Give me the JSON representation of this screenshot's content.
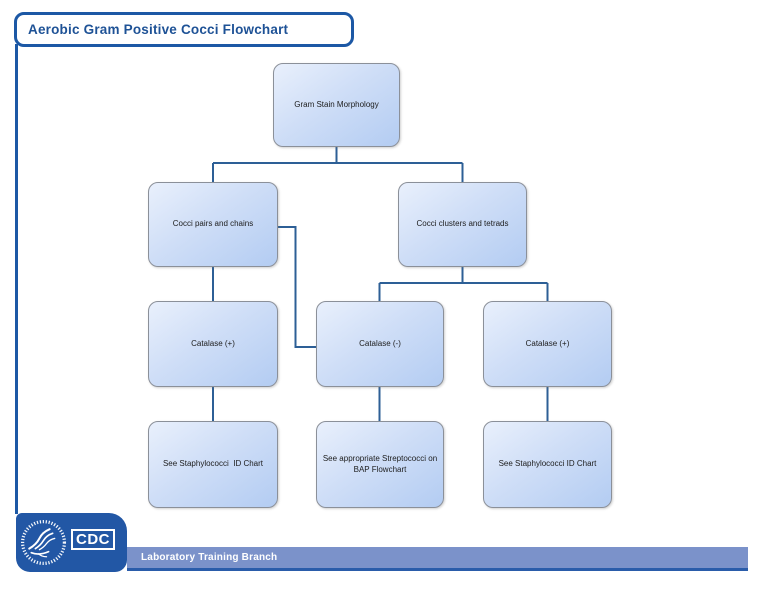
{
  "title": "Aerobic Gram Positive Cocci Flowchart",
  "flowchart": {
    "nodes": [
      {
        "id": "gram-stain-morphology",
        "label": "Gram Stain Morphology"
      },
      {
        "id": "cocci-pairs-and-chains",
        "label": "Cocci pairs and chains"
      },
      {
        "id": "cocci-clusters-and-tetrads",
        "label": "Cocci clusters and tetrads"
      },
      {
        "id": "catalase-positive-left",
        "label": "Catalase (+)"
      },
      {
        "id": "catalase-negative",
        "label": "Catalase (-)"
      },
      {
        "id": "catalase-positive-right",
        "label": "Catalase (+)"
      },
      {
        "id": "staphylococci-id-chart-left",
        "label": "See Staphylococci  ID Chart"
      },
      {
        "id": "streptococci-bap-flowchart",
        "label": "See appropriate Streptococci on BAP Flowchart"
      },
      {
        "id": "staphylococci-id-chart-right",
        "label": "See Staphylococci ID Chart"
      }
    ],
    "edges": [
      {
        "from": "gram-stain-morphology",
        "to": "cocci-pairs-and-chains"
      },
      {
        "from": "gram-stain-morphology",
        "to": "cocci-clusters-and-tetrads"
      },
      {
        "from": "cocci-pairs-and-chains",
        "to": "catalase-positive-left"
      },
      {
        "from": "cocci-pairs-and-chains",
        "to": "catalase-negative"
      },
      {
        "from": "cocci-clusters-and-tetrads",
        "to": "catalase-negative"
      },
      {
        "from": "cocci-clusters-and-tetrads",
        "to": "catalase-positive-right"
      },
      {
        "from": "catalase-positive-left",
        "to": "staphylococci-id-chart-left"
      },
      {
        "from": "catalase-negative",
        "to": "streptococci-bap-flowchart"
      },
      {
        "from": "catalase-positive-right",
        "to": "staphylococci-id-chart-right"
      }
    ]
  },
  "footer": {
    "cdc_logo_text": "CDC",
    "hhs_seal_icon": "hhs-eagle-seal",
    "banner_text": "Laboratory Training Branch"
  },
  "colors": {
    "accent_blue": "#1c58a5",
    "connector_blue": "#2d5f96",
    "node_fill_top": "#e9f0fc",
    "node_fill_bottom": "#b3ccf2",
    "node_border": "#8b9099",
    "logo_box_blue": "#2257a5",
    "banner_fill": "#7b92ca",
    "banner_edge": "#2a5caa"
  }
}
